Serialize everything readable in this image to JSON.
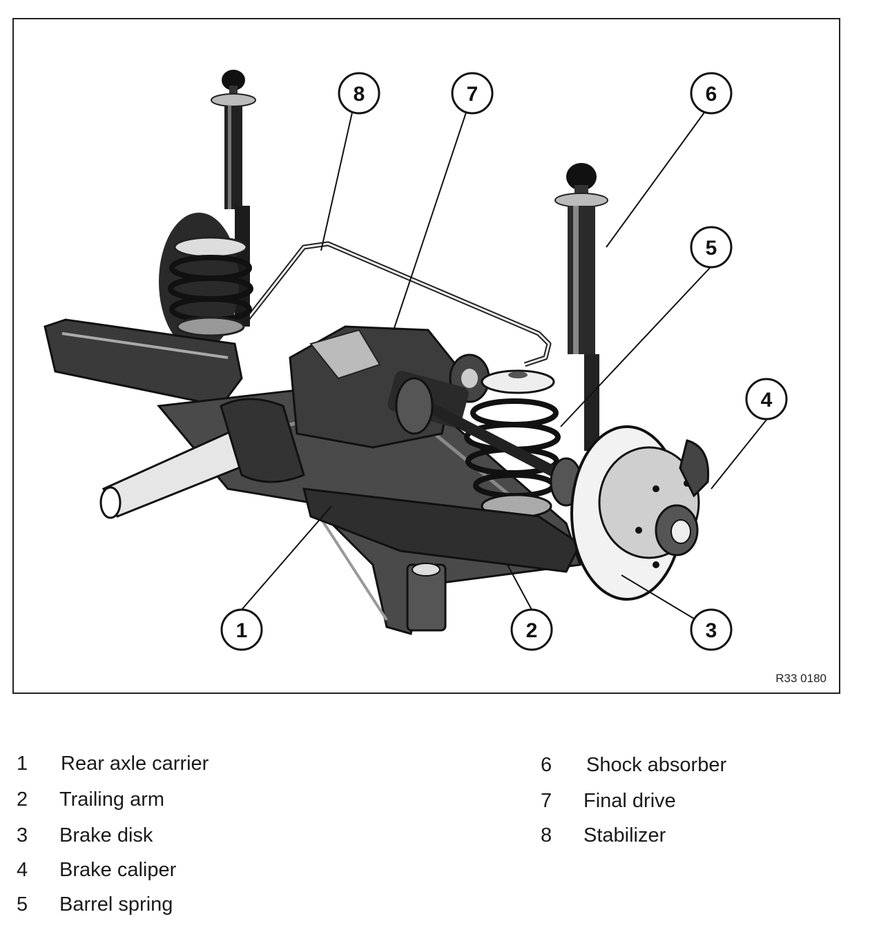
{
  "figure": {
    "code": "R33 0180",
    "callouts": [
      {
        "number": "1"
      },
      {
        "number": "2"
      },
      {
        "number": "3"
      },
      {
        "number": "4"
      },
      {
        "number": "5"
      },
      {
        "number": "6"
      },
      {
        "number": "7"
      },
      {
        "number": "8"
      }
    ]
  },
  "legend": {
    "left": [
      {
        "number": "1",
        "label": "Rear axle carrier"
      },
      {
        "number": "2",
        "label": "Trailing arm"
      },
      {
        "number": "3",
        "label": "Brake disk"
      },
      {
        "number": "4",
        "label": "Brake caliper"
      },
      {
        "number": "5",
        "label": "Barrel spring"
      }
    ],
    "right": [
      {
        "number": "6",
        "label": "Shock absorber"
      },
      {
        "number": "7",
        "label": "Final drive"
      },
      {
        "number": "8",
        "label": "Stabilizer"
      }
    ]
  }
}
